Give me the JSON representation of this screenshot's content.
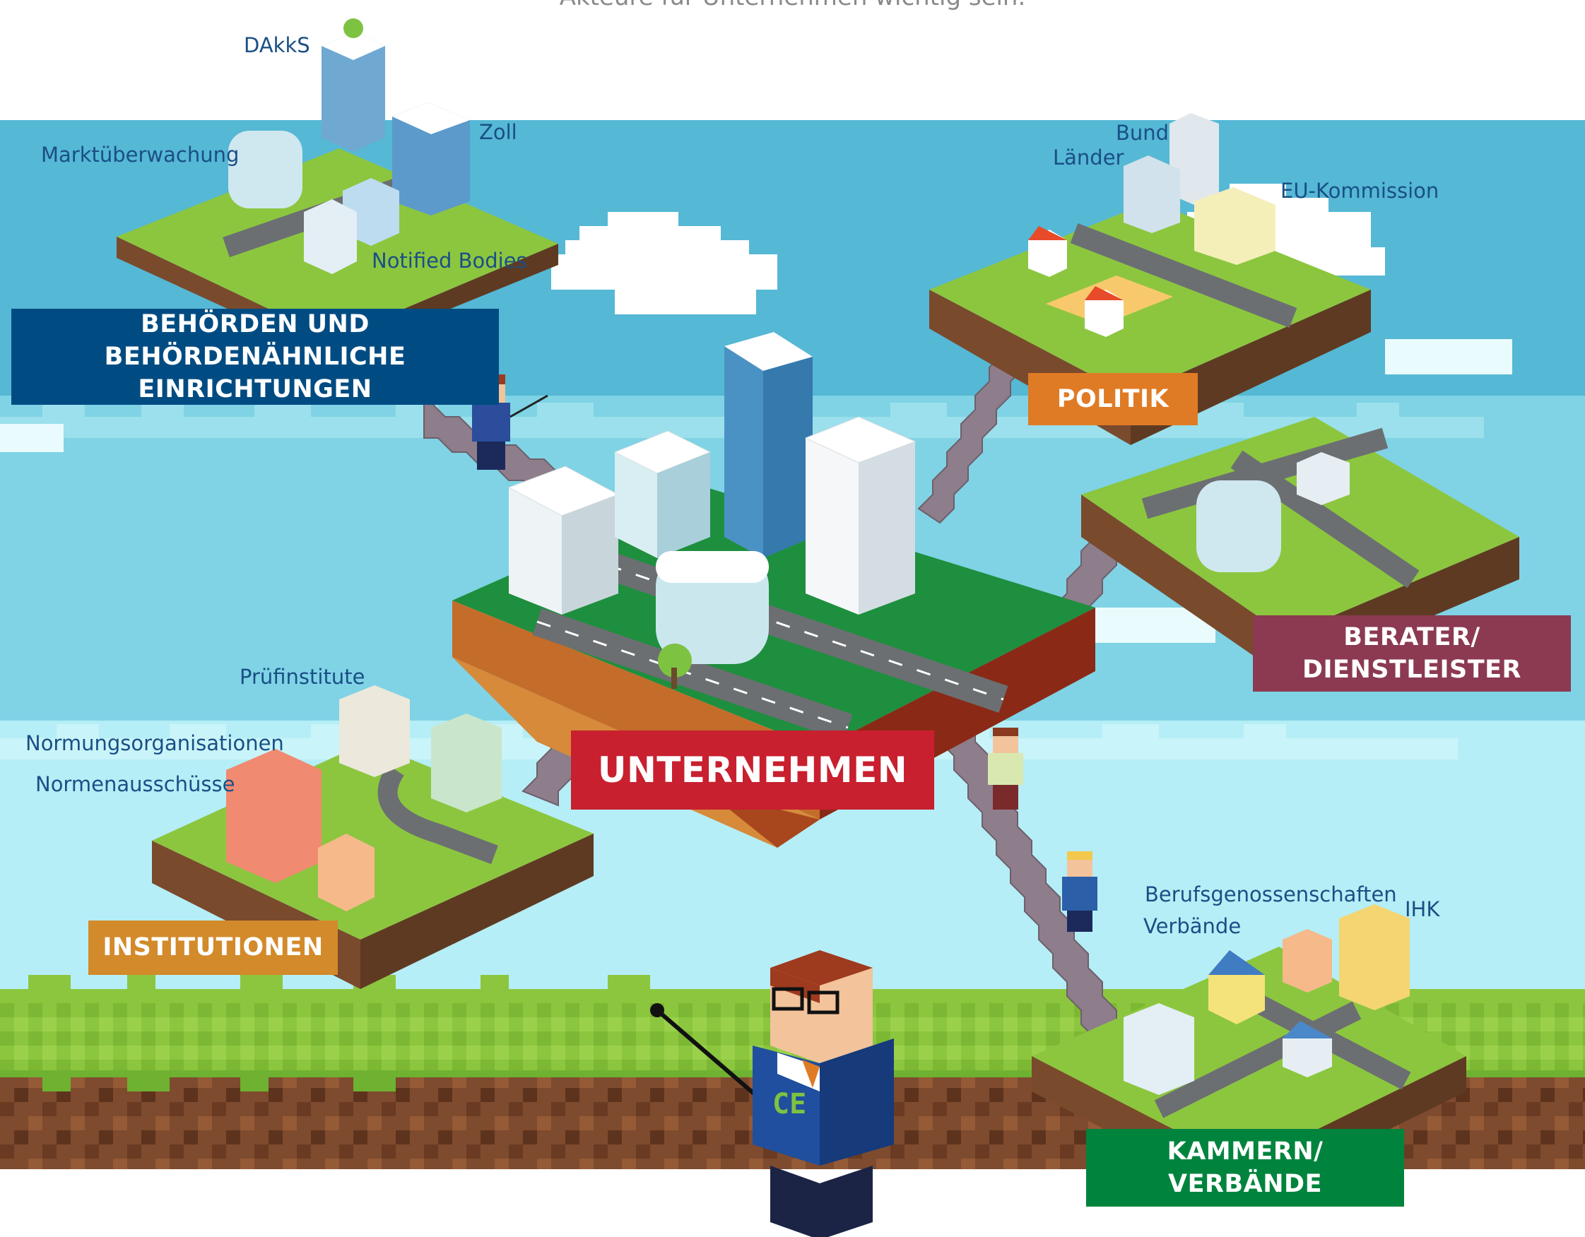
{
  "caption": "Akteure für Unternehmen wichtig sein.",
  "center": {
    "title": "UNTERNEHMEN"
  },
  "categories": {
    "behoerden": {
      "line1": "BEHÖRDEN UND BEHÖRDENÄHNLICHE",
      "line2": "EINRICHTUNGEN",
      "color": "#004c82"
    },
    "politik": {
      "line1": "POLITIK",
      "color": "#e07b25"
    },
    "berater": {
      "line1": "BERATER/",
      "line2": "DIENSTLEISTER",
      "color": "#8b3a51"
    },
    "institutionen": {
      "line1": "INSTITUTIONEN",
      "color": "#d38a2a"
    },
    "kammern": {
      "line1": "KAMMERN/",
      "line2": "VERBÄNDE",
      "color": "#00843d"
    }
  },
  "labels": {
    "dakks": "DAkkS",
    "zoll": "Zoll",
    "marktueberwachung": "Marktüberwachung",
    "notified_bodies": "Notified Bodies",
    "bund": "Bund",
    "laender": "Länder",
    "eu_kommission": "EU-Kommission",
    "pruefinstitute": "Prüfinstitute",
    "normungsorganisationen": "Normungsorganisationen",
    "normenausschuesse": "Normenausschüsse",
    "berufsgenossenschaften": "Berufsgenossenschaften",
    "verbaende": "Verbände",
    "ihk": "IHK"
  },
  "mascot_badge": "CE",
  "colors": {
    "sky": "#56b9d6",
    "sky_light": "#b4eef6",
    "grass": "#8cc63f",
    "grass_dark": "#5fa23a",
    "soil": "#7a4a2d",
    "center_red": "#c8202f"
  }
}
